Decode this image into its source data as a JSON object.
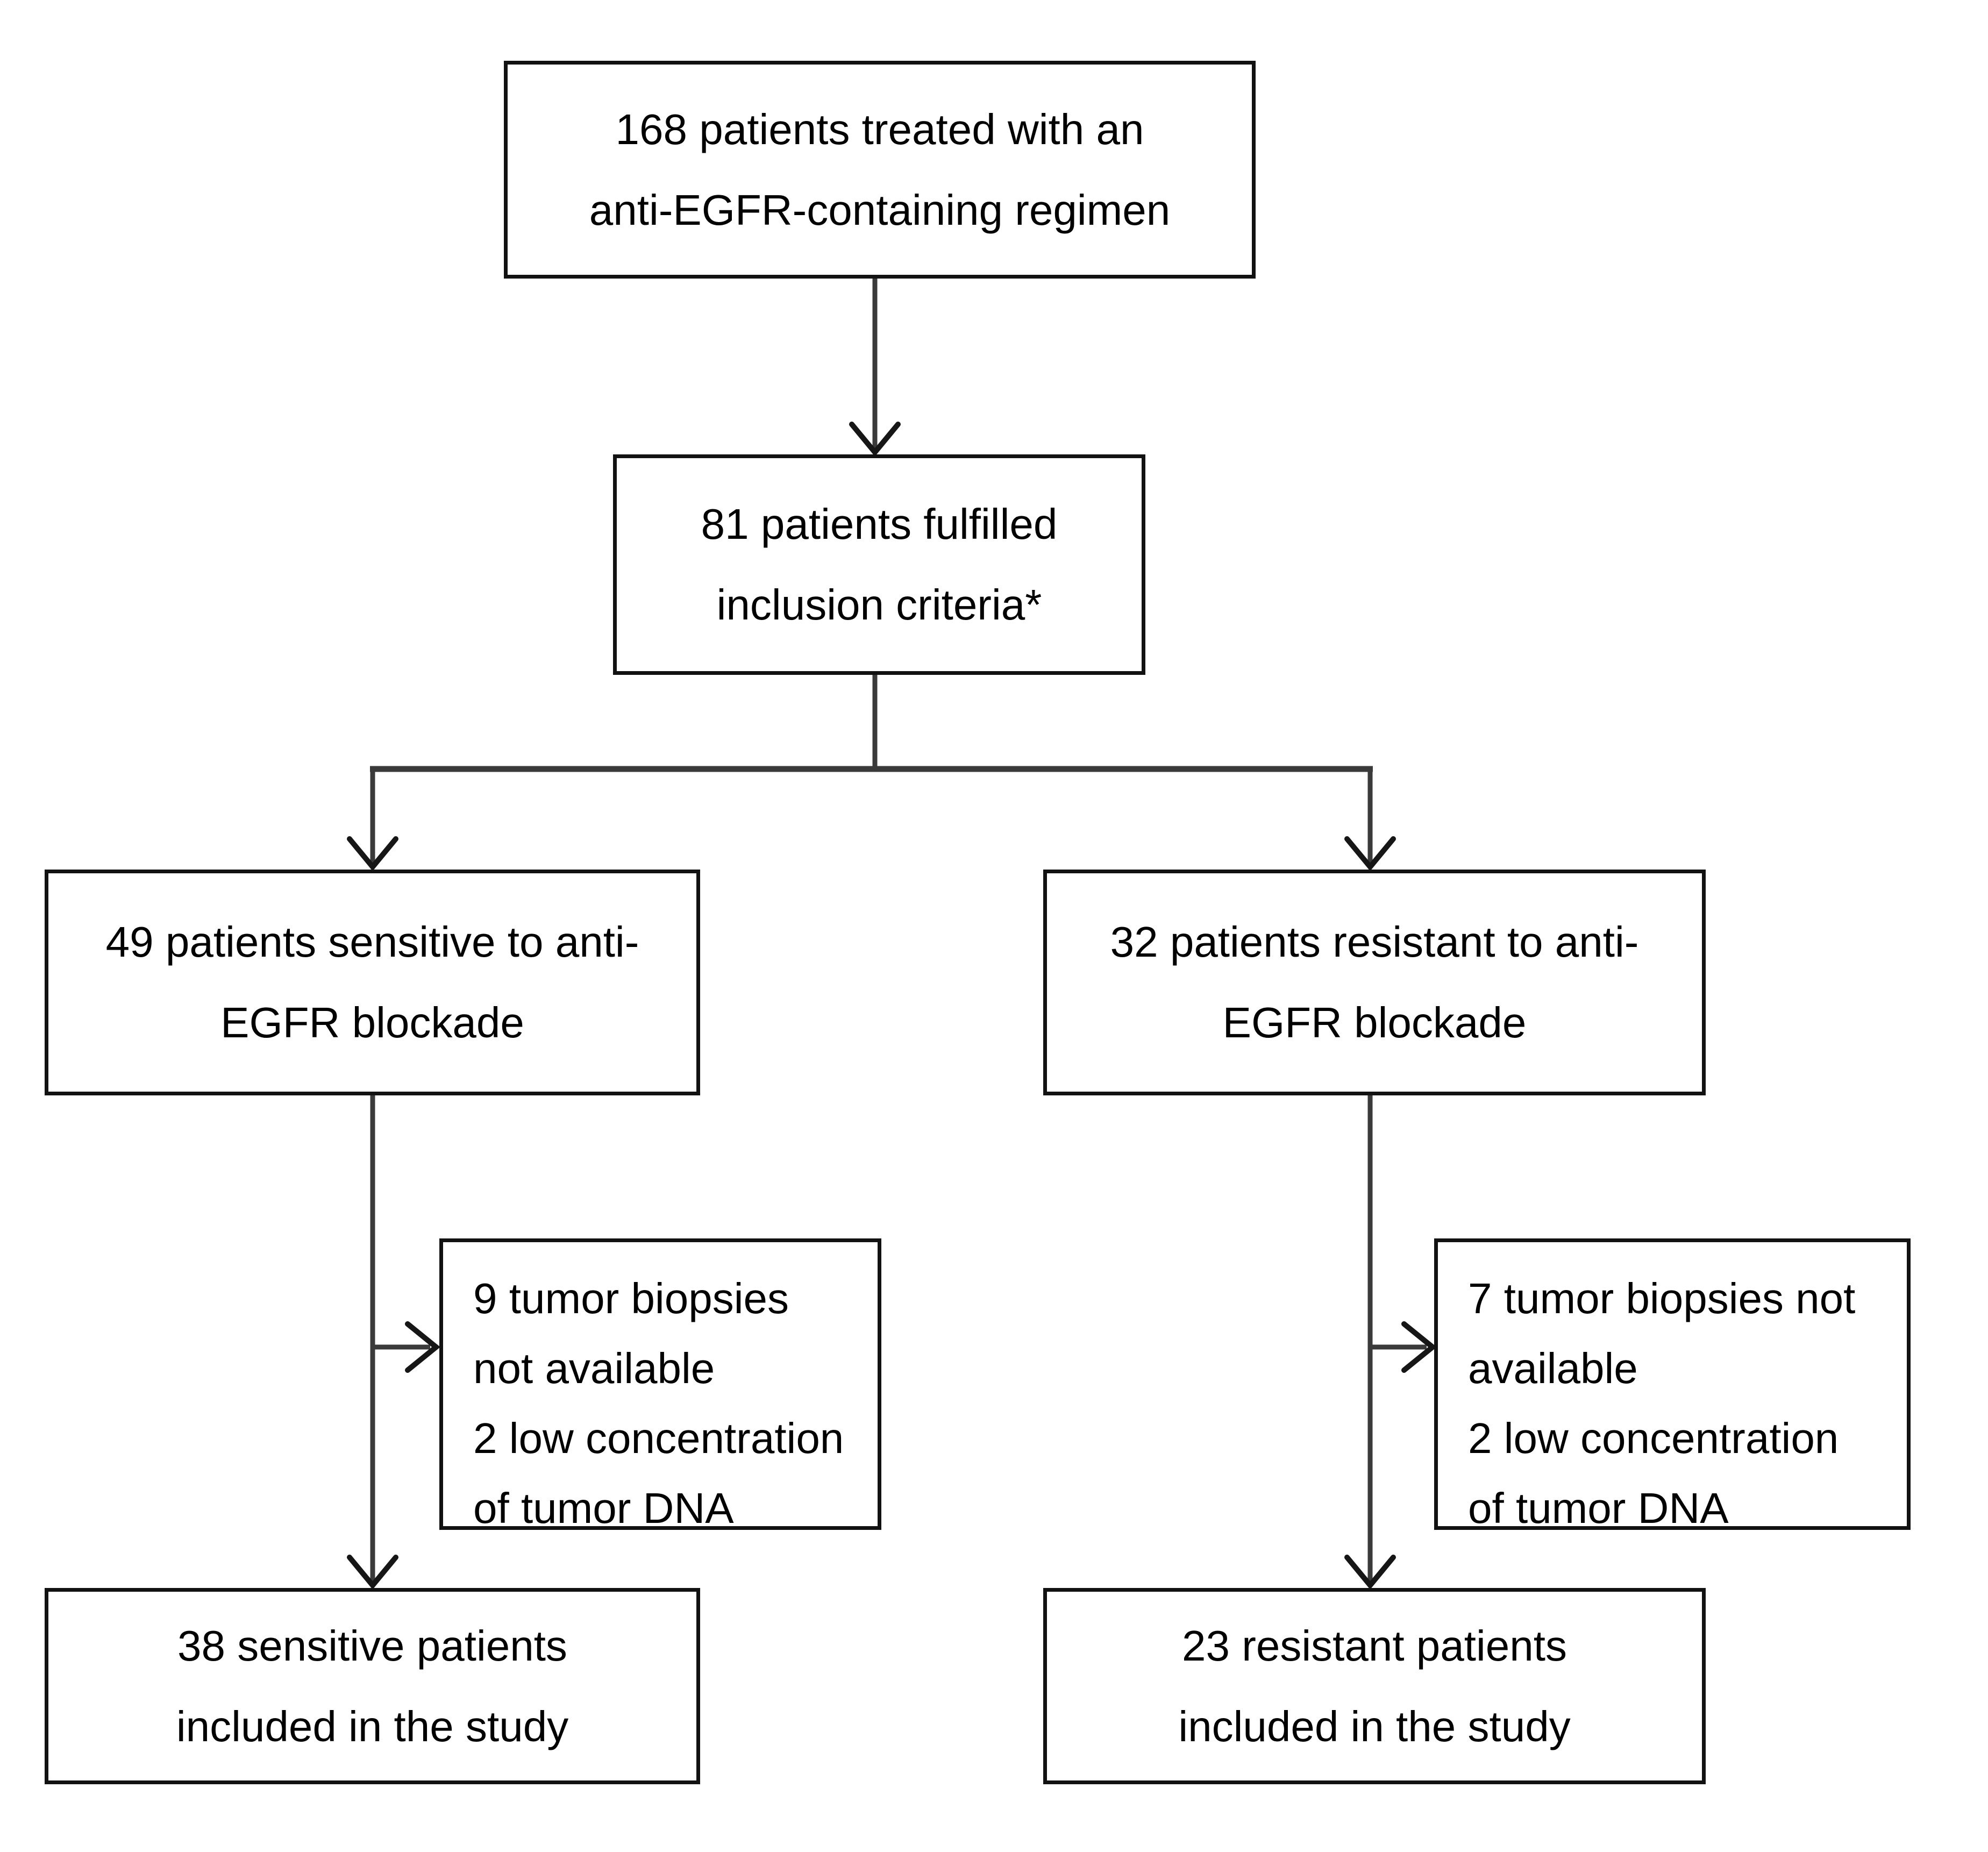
{
  "flowchart": {
    "background_color": "#ffffff",
    "box_border_color": "#121212",
    "connector_color": "#3a3a3a",
    "text_color": "#000000",
    "nodes": {
      "treated": {
        "lines": [
          "168 patients treated with an",
          "anti-EGFR-containing regimen"
        ]
      },
      "inclusion": {
        "lines": [
          "81 patients fulfilled",
          "inclusion criteria*"
        ]
      },
      "sensitive": {
        "lines": [
          "49 patients sensitive to anti-",
          "EGFR blockade"
        ]
      },
      "resistant": {
        "lines": [
          "32 patients resistant to anti-",
          "EGFR blockade"
        ]
      },
      "sensitive_excluded": {
        "lines": [
          "9 tumor biopsies",
          "not available",
          "2 low concentration",
          "of tumor DNA"
        ]
      },
      "resistant_excluded": {
        "lines": [
          "7 tumor biopsies not",
          "available",
          "2 low concentration",
          "of tumor DNA"
        ]
      },
      "sensitive_included": {
        "lines": [
          "38 sensitive patients",
          "included in the study"
        ]
      },
      "resistant_included": {
        "lines": [
          "23 resistant patients",
          "included in the study"
        ]
      }
    },
    "edges": [
      {
        "from": "treated",
        "to": "inclusion"
      },
      {
        "from": "inclusion",
        "to": "sensitive"
      },
      {
        "from": "inclusion",
        "to": "resistant"
      },
      {
        "from": "sensitive",
        "to": "sensitive_excluded"
      },
      {
        "from": "sensitive",
        "to": "sensitive_included"
      },
      {
        "from": "resistant",
        "to": "resistant_excluded"
      },
      {
        "from": "resistant",
        "to": "resistant_included"
      }
    ]
  }
}
